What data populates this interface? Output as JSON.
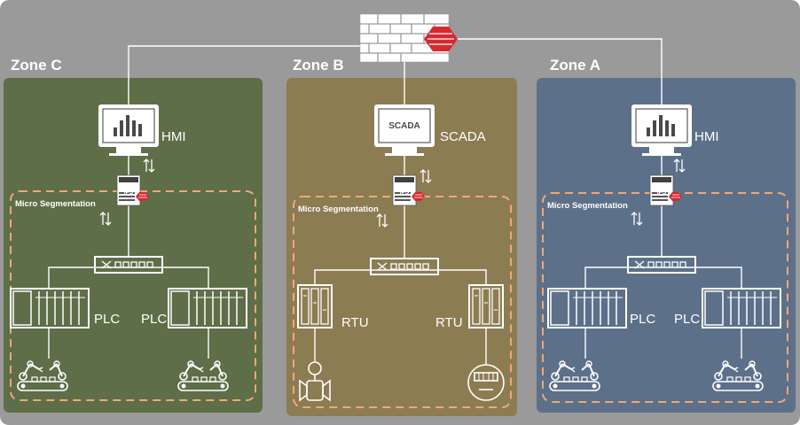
{
  "zones": {
    "c": {
      "title": "Zone C",
      "hmi_label": "HMI",
      "micro_label": "Micro Segmentation",
      "ips_text": "IPS",
      "plc_left_label": "PLC",
      "plc_right_label": "PLC"
    },
    "b": {
      "title": "Zone B",
      "scada_label": "SCADA",
      "scada_screen_text": "SCADA",
      "micro_label": "Micro Segmentation",
      "ips_text": "IPS",
      "rtu_left_label": "RTU",
      "rtu_right_label": "RTU"
    },
    "a": {
      "title": "Zone A",
      "hmi_label": "HMI",
      "micro_label": "Micro Segmentation",
      "ips_text": "IPS",
      "plc_left_label": "PLC",
      "plc_right_label": "PLC"
    }
  },
  "colors": {
    "background": "#9a9a9a",
    "zone_c": "#5d6e48",
    "zone_b": "#8c7c52",
    "zone_a": "#5c7089",
    "segmentation_border": "#f0a878",
    "threat_red": "#d8282e"
  },
  "icons": {
    "firewall": "brick-firewall-icon",
    "hmi": "monitor-bar-chart-icon",
    "ips": "ips-appliance-icon",
    "switch": "network-switch-icon",
    "plc": "plc-rack-icon",
    "rtu": "rtu-cabinet-icon",
    "robot": "robotic-arm-conveyor-icon",
    "valve": "valve-icon",
    "meter": "meter-icon",
    "traffic": "bidirectional-arrows-icon"
  }
}
